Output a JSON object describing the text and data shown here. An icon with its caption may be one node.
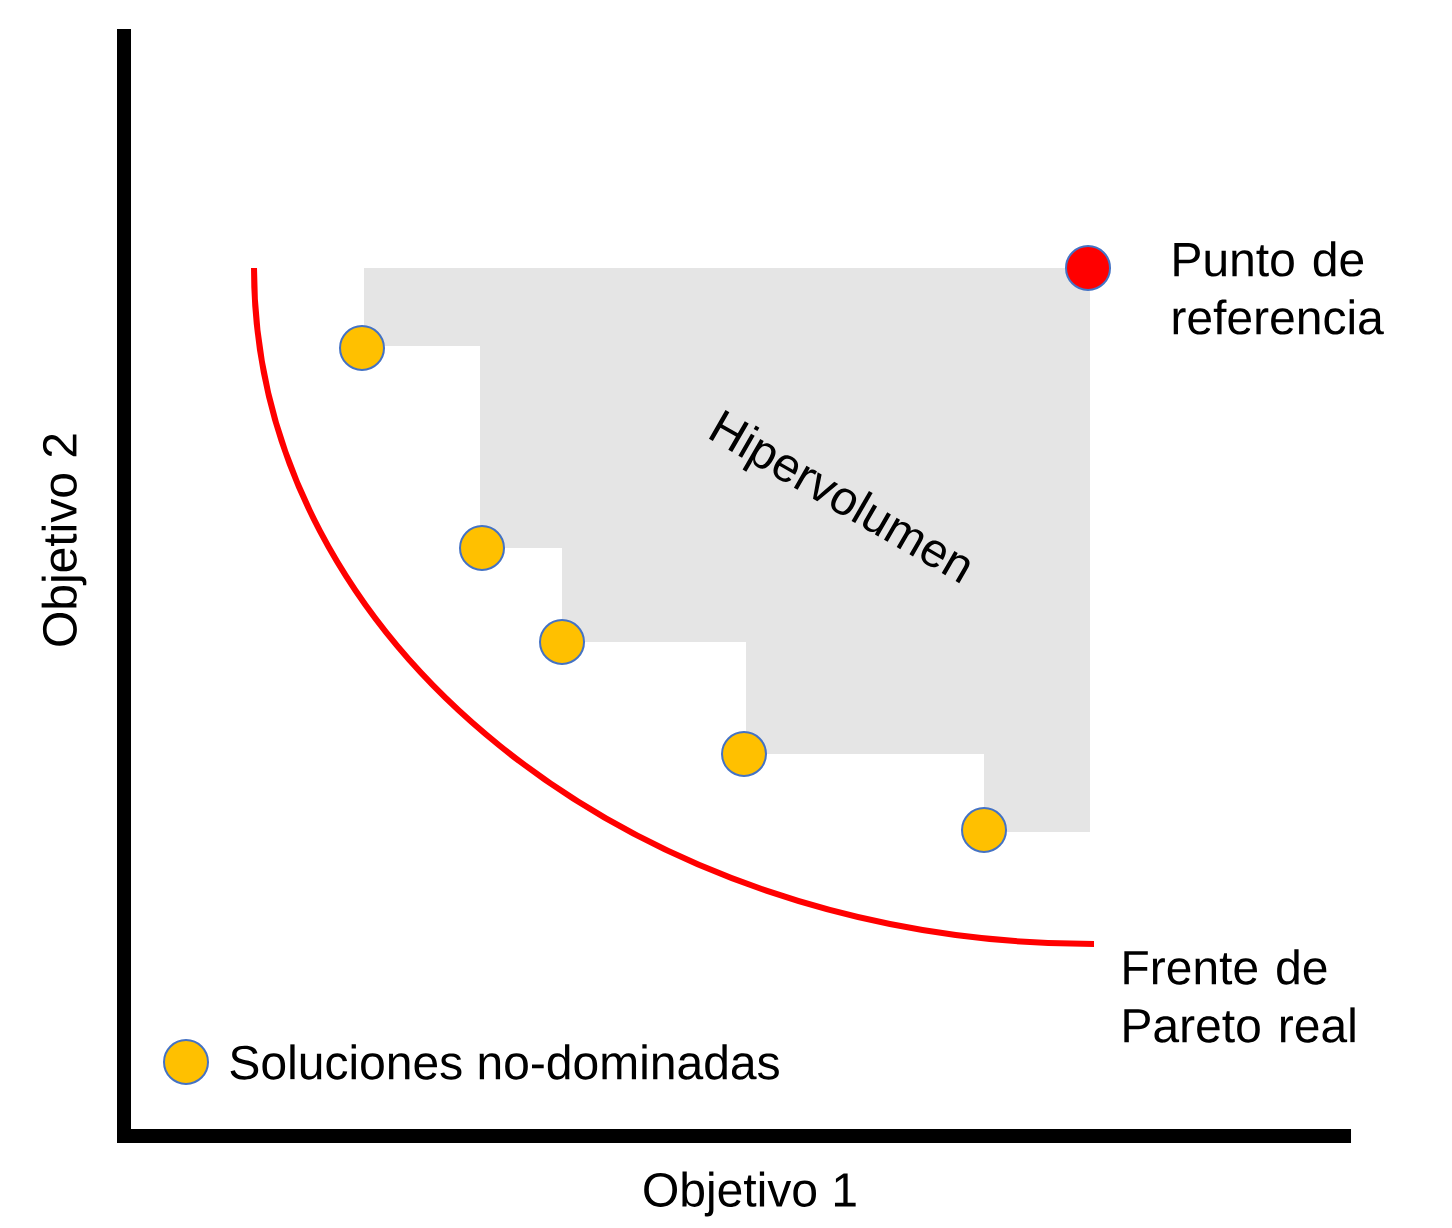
{
  "diagram": {
    "nodes": [
      {
        "text": [
          "Hipervolumen"
        ]
      }
    ],
    "labels": [
      "Punto de referencia",
      "Frente de Pareto real",
      "Objetivo 2",
      "Objetivo 1"
    ],
    "legend": [
      {
        "text": "Soluciones no-dominadas",
        "color": "#ffc000"
      }
    ]
  }
}
